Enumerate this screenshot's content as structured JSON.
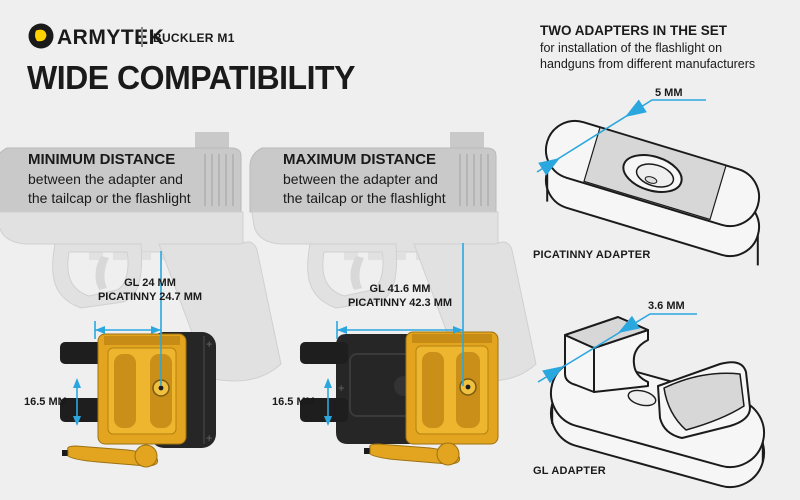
{
  "header": {
    "brand": "ARMYTEK",
    "model": "BUCKLER M1",
    "title": "WIDE COMPATIBILITY"
  },
  "set_panel": {
    "heading": "TWO ADAPTERS IN THE SET",
    "desc_line1": "for installation of the flashlight on",
    "desc_line2": "handguns from different manufacturers"
  },
  "min_diagram": {
    "heading": "MINIMUM DISTANCE",
    "desc_line1": "between the adapter and",
    "desc_line2": "the tailcap or the flashlight",
    "width_dim_line1": "GL 24 MM",
    "width_dim_line2": "PICATINNY 24.7 MM",
    "height_dim": "16.5 MM"
  },
  "max_diagram": {
    "heading": "MAXIMUM DISTANCE",
    "desc_line1": "between the adapter and",
    "desc_line2": "the tailcap or the flashlight",
    "width_dim_line1": "GL 41.6 MM",
    "width_dim_line2": "PICATINNY 42.3 MM",
    "height_dim": "16.5 MM"
  },
  "picatinny_adapter": {
    "dim": "5 MM",
    "label": "PICATINNY ADAPTER"
  },
  "gl_adapter": {
    "dim": "3.6 MM",
    "label": "GL ADAPTER"
  },
  "colors": {
    "background": "#EFEFEF",
    "accent_blue": "#2BA7DF",
    "brand_yellow": "#FFD200",
    "mount_gold": "#E3A41F",
    "ink": "#1A1A1A",
    "silhouette": "#C9C9C9"
  }
}
